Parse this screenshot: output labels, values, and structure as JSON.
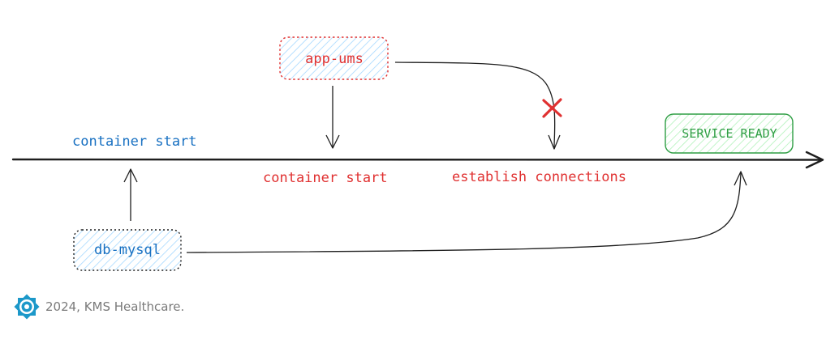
{
  "colors": {
    "red": "#e03131",
    "blue": "#1971c2",
    "green": "#2f9e44",
    "line": "#1e1e1e",
    "hatch_blue": "#a5d8ff",
    "hatch_green": "#b2f2bb",
    "logo": "#1c98c9",
    "footer_text": "#7a7a7a"
  },
  "nodes": {
    "app_ums": {
      "label": "app-ums"
    },
    "db_mysql": {
      "label": "db-mysql"
    },
    "service_ready": {
      "label": "SERVICE READY"
    }
  },
  "labels": {
    "db_container_start": "container start",
    "app_container_start": "container start",
    "establish_connections": "establish connections"
  },
  "marks": {
    "failed_connection": {
      "icon": "cross-icon"
    }
  },
  "footer": {
    "logo_icon": "kms-logo-icon",
    "text": "2024, KMS Healthcare."
  }
}
